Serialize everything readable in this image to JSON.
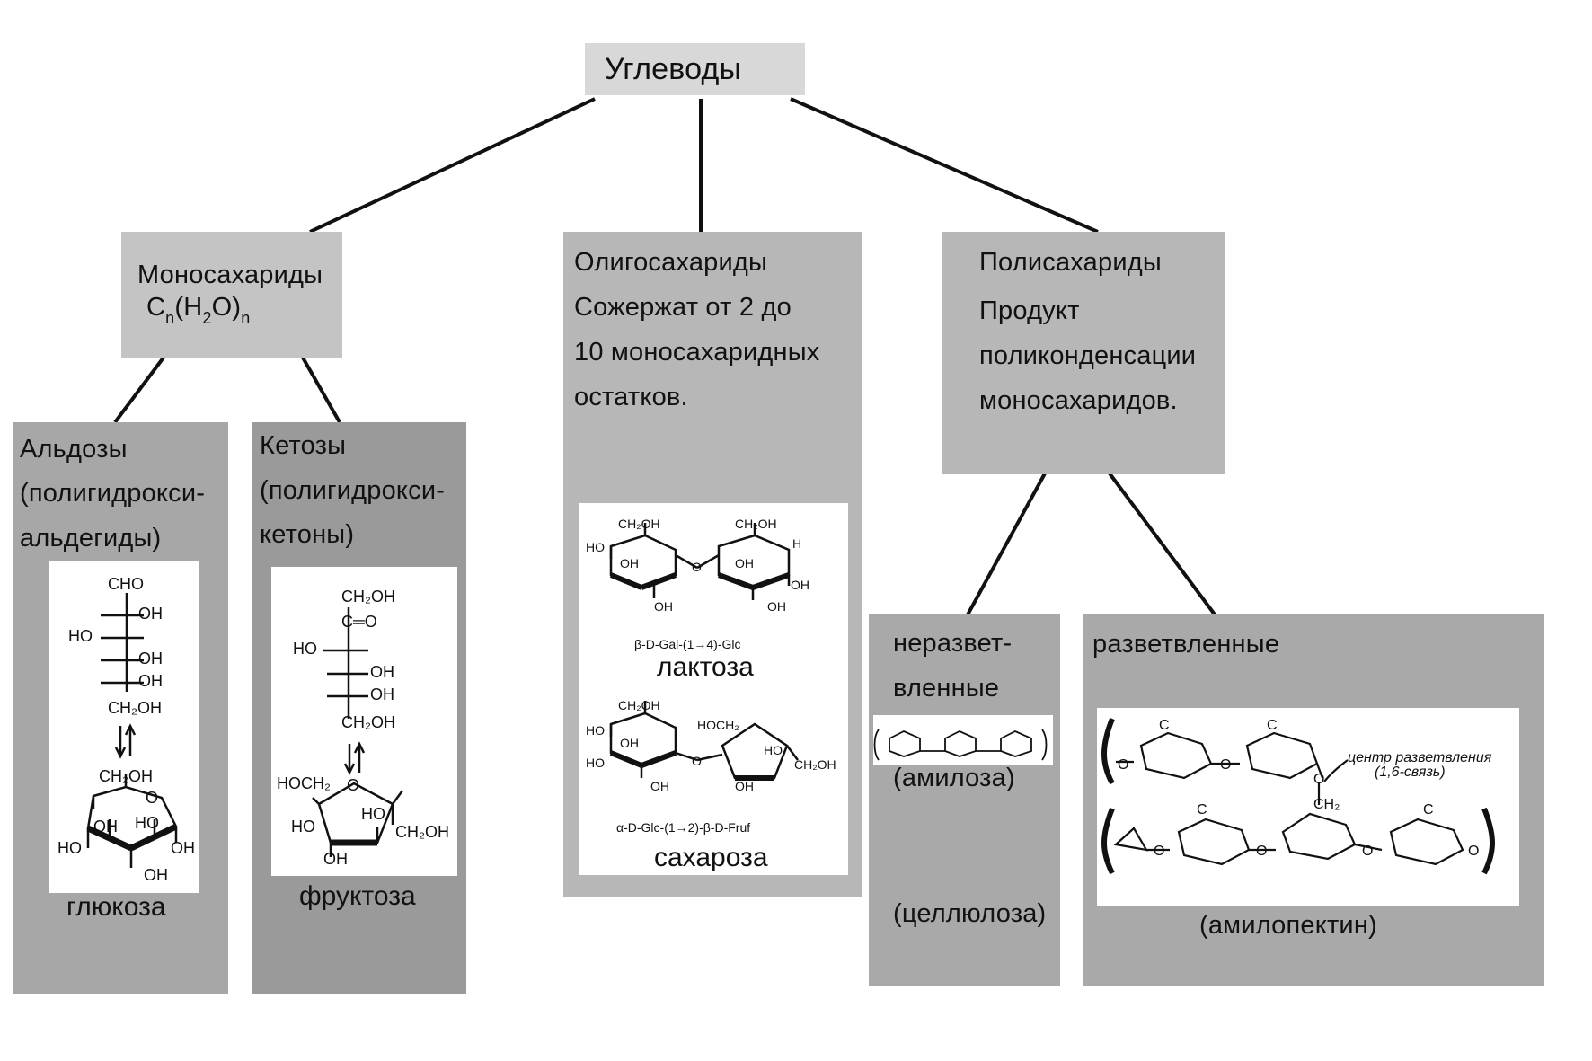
{
  "root": {
    "title": "Углеводы"
  },
  "mono": {
    "title": "Моносахариды",
    "formula_c": "C",
    "formula_n": "n",
    "formula_mid1": "(H",
    "formula_two": "2",
    "formula_mid2": "O)",
    "formula_n2": "n"
  },
  "oligo": {
    "line1": "Олигосахариды",
    "line2": "Сожержат от 2 до",
    "line3": "10 моносахаридных",
    "line4": "остатков.",
    "lactose": {
      "abbr": "β-D-Gal-(1→4)-Glc",
      "name": "лактоза"
    },
    "sucrose": {
      "abbr": "α-D-Glc-(1→2)-β-D-Fruf",
      "name": "сахароза"
    }
  },
  "poly": {
    "line1": "Полисахариды",
    "line2": "Продукт",
    "line3": "поликонденсации",
    "line4": "моносахаридов."
  },
  "aldoses": {
    "line1": "Альдозы",
    "line2": "(полигидрокси-",
    "line3": "альдегиды)",
    "molecule_name": "глюкоза",
    "labels": {
      "cho": "CHO",
      "oh": "OH",
      "ho": "HO",
      "ch2oh": "CH₂OH",
      "ring_oh": "OH",
      "ring_ho": "HO"
    }
  },
  "ketoses": {
    "line1": "Кетозы",
    "line2": "(полигидрокси-",
    "line3": "кетоны)",
    "molecule_name": "фруктоза",
    "labels": {
      "ch2oh": "CH₂OH",
      "co": "C═O",
      "ho": "HO",
      "oh": "OH",
      "hoch2": "HOCH₂",
      "ring_ch2oh": "CH₂OH"
    }
  },
  "unbranched": {
    "line1": "неразвет-",
    "line2": "вленные",
    "ex1": "(амилоза)",
    "ex2": "(целлюлоза)"
  },
  "branched": {
    "title": "разветвленные",
    "example": "(амилопектин)",
    "note1": "центр разветвления",
    "note2": "(1,6-связь)",
    "ch2": "CH₂",
    "c": "C",
    "o": "O"
  },
  "colors": {
    "light_box": "#c4c4c4",
    "mid_box": "#a9a9a9",
    "dark_box": "#9a9a9a",
    "line": "#111111"
  }
}
